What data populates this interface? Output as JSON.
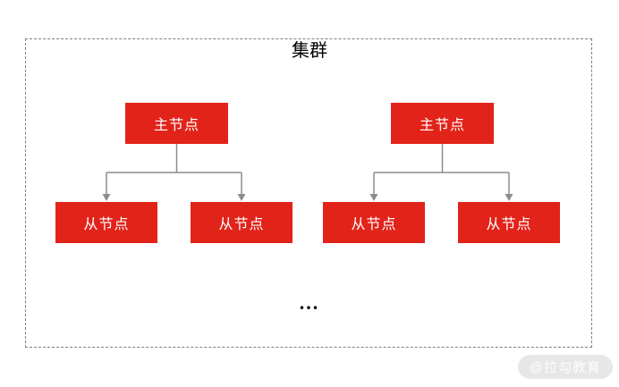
{
  "diagram": {
    "title": "集群",
    "ellipsis": "...",
    "clusters": [
      {
        "master": "主节点",
        "slaves": [
          "从节点",
          "从节点"
        ]
      },
      {
        "master": "主节点",
        "slaves": [
          "从节点",
          "从节点"
        ]
      }
    ]
  },
  "watermark": {
    "label": "@拉勾教育"
  },
  "colors": {
    "node_red": "#E2231A",
    "node_text": "#FFFFFF",
    "connector_gray": "#8C8C8C",
    "frame_border_gray": "#7F7F7F",
    "title_text": "#000000",
    "watermark_bg": "#E7E7E7",
    "watermark_text": "#FCFCFC"
  }
}
